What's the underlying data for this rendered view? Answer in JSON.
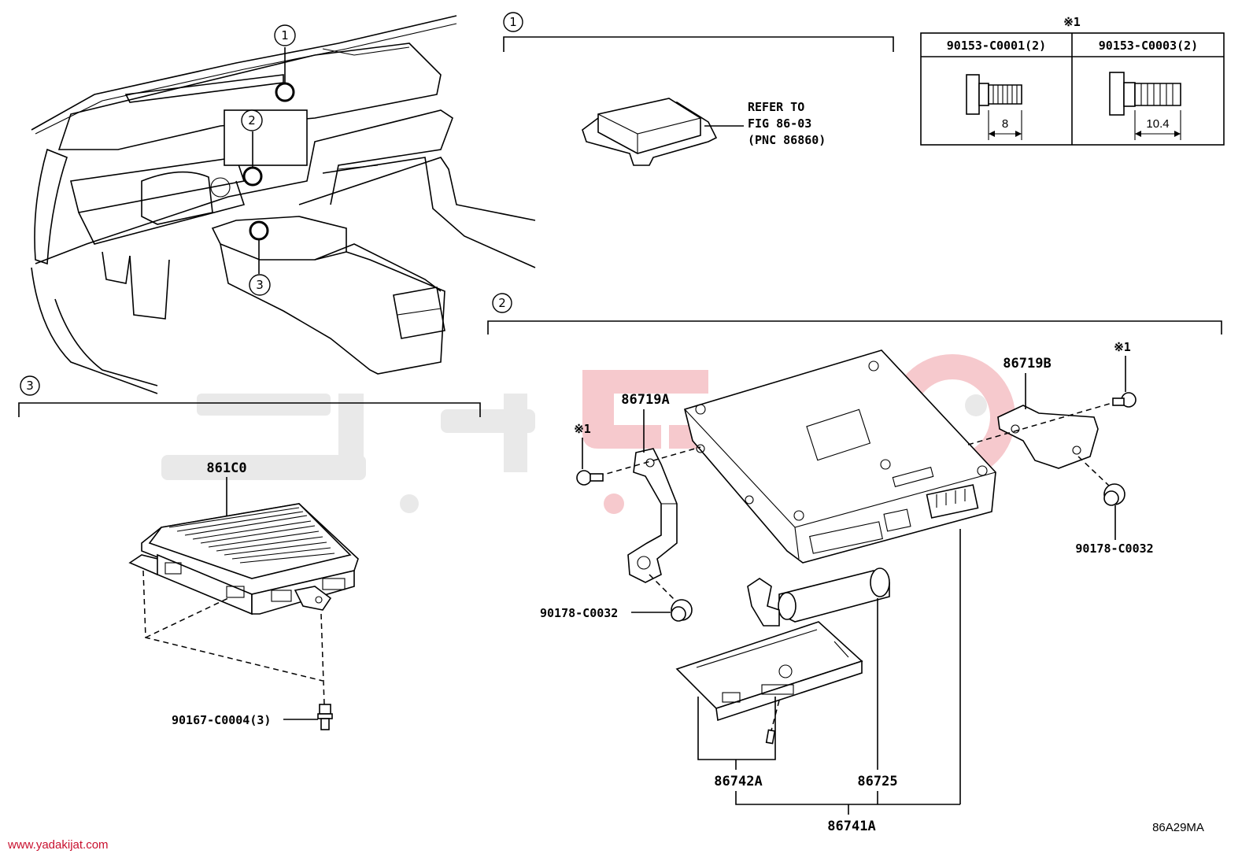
{
  "callouts": {
    "c1": "1",
    "c2": "2",
    "c3": "3"
  },
  "note_mark": "※1",
  "refer_note": {
    "line1": "REFER TO",
    "line2": "FIG 86-03",
    "line3": "(PNC 86860)"
  },
  "bolt_table": {
    "header_mark": "※1",
    "columns": [
      {
        "part": "90153-C0001(2)",
        "length": "8"
      },
      {
        "part": "90153-C0003(2)",
        "length": "10.4"
      }
    ]
  },
  "parts": {
    "p861C0": "861C0",
    "p90167": "90167-C0004(3)",
    "p86719A": "86719A",
    "p86719B": "86719B",
    "p90178_left": "90178-C0032",
    "p90178_right": "90178-C0032",
    "p86742A": "86742A",
    "p86725": "86725",
    "p86741A": "86741A"
  },
  "watermark": {
    "url": "www.yadakijat.com"
  },
  "diagram_code": "86A29MA"
}
